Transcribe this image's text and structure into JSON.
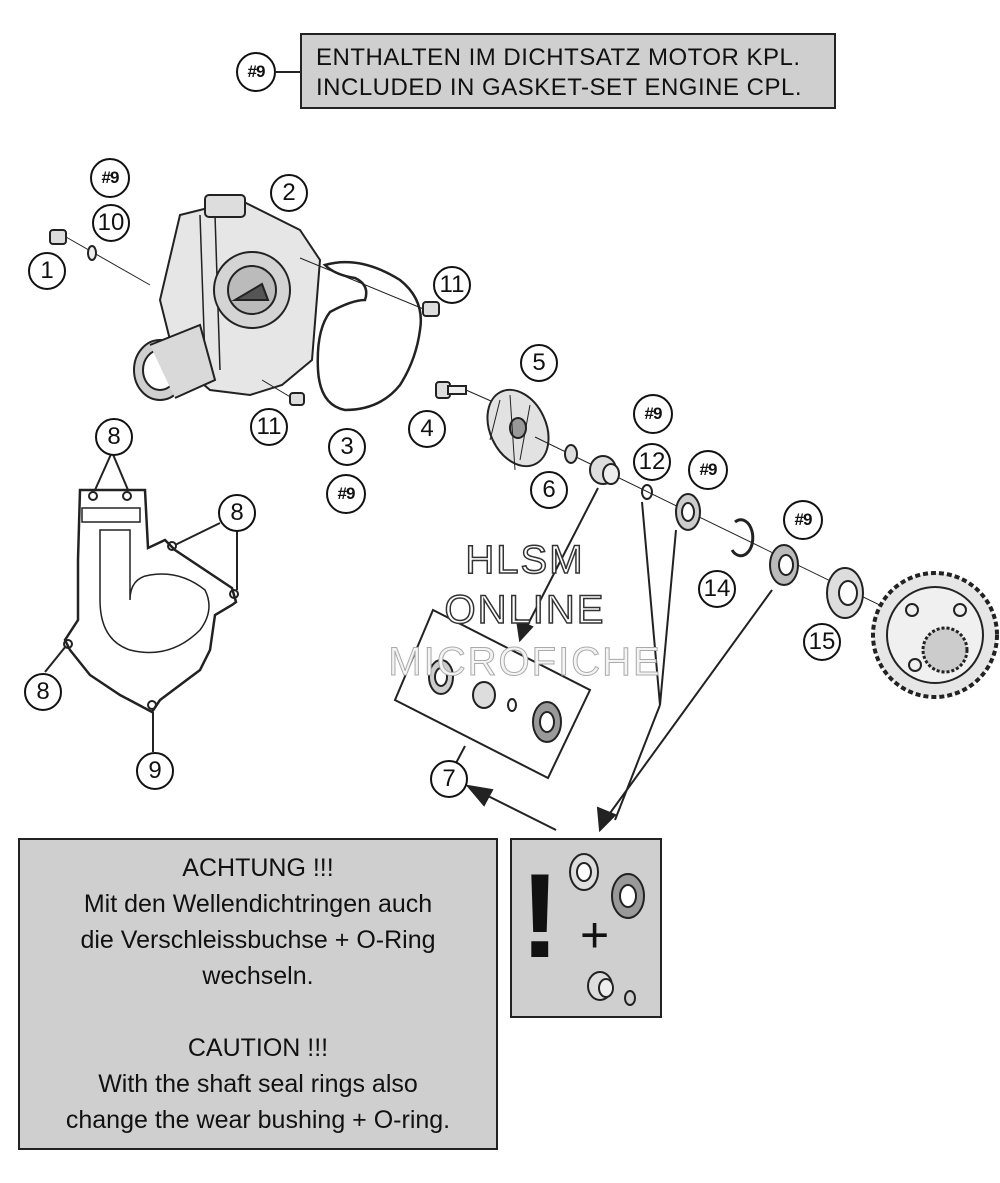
{
  "legend": {
    "tag": "#9",
    "line1": "ENTHALTEN IM DICHTSATZ MOTOR KPL.",
    "line2": "INCLUDED IN GASKET-SET ENGINE CPL."
  },
  "callouts": {
    "c1": "1",
    "c2": "2",
    "c3": "3",
    "c4": "4",
    "c5": "5",
    "c6": "6",
    "c7": "7",
    "c8a": "8",
    "c8b": "8",
    "c8c": "8",
    "c9": "9",
    "c10": "10",
    "c11a": "11",
    "c11b": "11",
    "c12": "12",
    "c14": "14",
    "c15": "15"
  },
  "tags": {
    "t10": "#9",
    "t3": "#9",
    "t12": "#9",
    "t13": "#9",
    "t_seal": "#9"
  },
  "watermark": {
    "line1": "HLSM",
    "line2": "ONLINE",
    "line3": "MICROFICHE"
  },
  "caution": {
    "de_title": "ACHTUNG !!!",
    "de_line1": "Mit den Wellendichtringen auch",
    "de_line2": "die Verschleissbuchse + O-Ring",
    "de_line3": "wechseln.",
    "en_title": "CAUTION !!!",
    "en_line1": "With the shaft seal rings also",
    "en_line2": "change the wear bushing + O-ring."
  },
  "icon_box": {
    "exclaim": "!",
    "plus": "+"
  }
}
